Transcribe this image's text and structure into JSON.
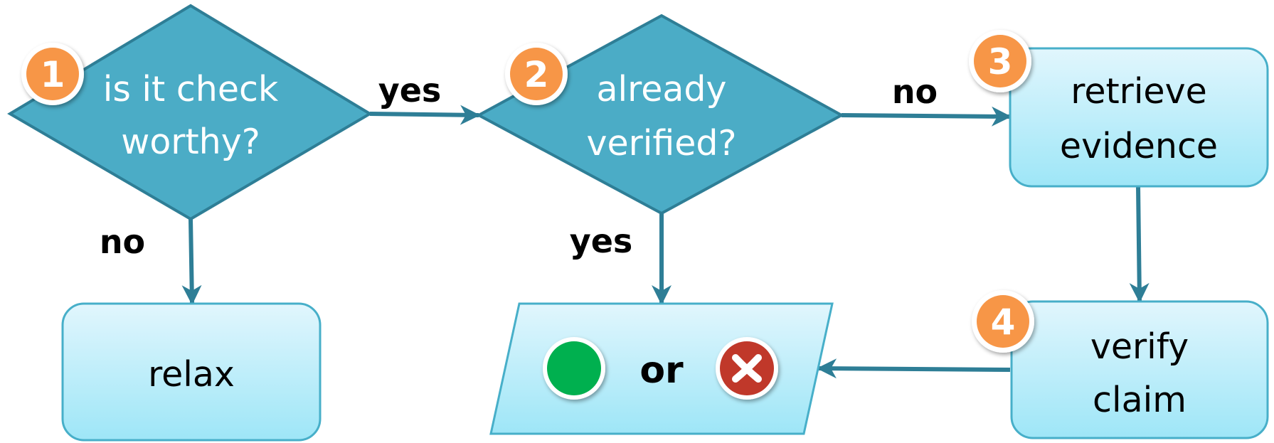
{
  "nodes": {
    "check_worthy": {
      "line1": "is it check",
      "line2": "worthy?",
      "step": "1"
    },
    "already_verified": {
      "line1": "already",
      "line2": "verified?",
      "step": "2"
    },
    "retrieve_evidence": {
      "line1": "retrieve",
      "line2": "evidence",
      "step": "3"
    },
    "verify_claim": {
      "line1": "verify",
      "line2": "claim",
      "step": "4"
    },
    "relax": {
      "label": "relax"
    },
    "verdict": {
      "label": "or",
      "true_icon": "green-circle-icon",
      "false_icon": "red-x-icon"
    }
  },
  "edges": {
    "check_yes": "yes",
    "check_no": "no",
    "verified_no": "no",
    "verified_yes": "yes"
  },
  "colors": {
    "diamond_fill": "#4BACC6",
    "diamond_stroke": "#2E7E96",
    "box_fill_top": "#DDF4FC",
    "box_fill_bottom": "#9EE6F7",
    "box_stroke": "#47AFC9",
    "arrow": "#2E7E96",
    "badge": "#F79646",
    "true_icon": "#00B050",
    "false_icon": "#C0392B"
  }
}
